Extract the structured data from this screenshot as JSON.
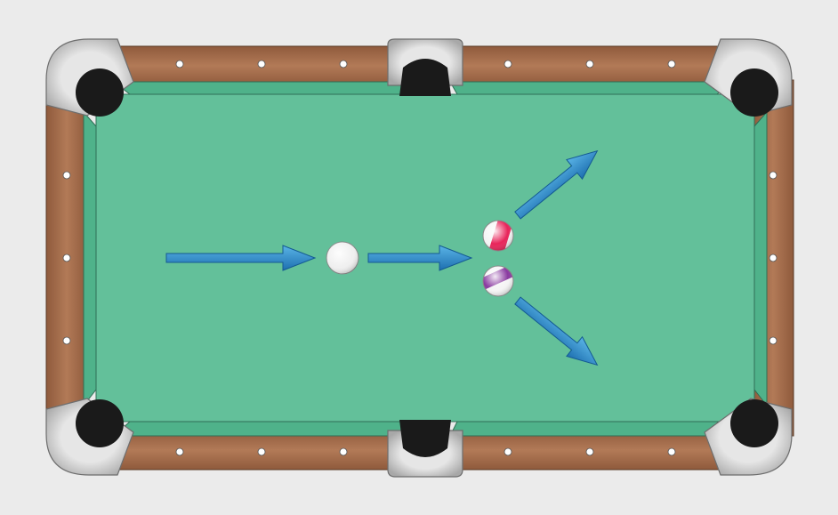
{
  "colors": {
    "background": "#ebebeb",
    "rail_wood": "#a26a4a",
    "rail_wood_dark": "#7a4a2e",
    "cushion_felt": "#4fb28a",
    "felt": "#63c09a",
    "pocket": "#1a1a1a",
    "pocket_guard": "#c8c8c8",
    "diamond": "#ffffff",
    "arrow": "#2a86c8",
    "cue_ball": "#f0f0f0",
    "stripe_ball_1": "#e8245a",
    "stripe_ball_2": "#8a3aa0"
  },
  "table": {
    "pockets": [
      "corner-top-left",
      "side-top",
      "corner-top-right",
      "corner-bottom-left",
      "side-bottom",
      "corner-bottom-right"
    ],
    "diamonds_per_long_rail_segment": 3,
    "diamonds_per_short_rail": 3
  },
  "balls": [
    {
      "id": "cue-ball",
      "kind": "solid",
      "color_key": "cue_ball"
    },
    {
      "id": "object-ball-upper",
      "kind": "stripe",
      "color_key": "stripe_ball_1"
    },
    {
      "id": "object-ball-lower",
      "kind": "stripe",
      "color_key": "stripe_ball_2"
    }
  ],
  "arrows": [
    {
      "id": "incoming-arrow",
      "direction": "right"
    },
    {
      "id": "cue-ball-arrow",
      "direction": "right"
    },
    {
      "id": "upper-deflection-arrow",
      "direction": "up-right"
    },
    {
      "id": "lower-deflection-arrow",
      "direction": "down-right"
    }
  ]
}
